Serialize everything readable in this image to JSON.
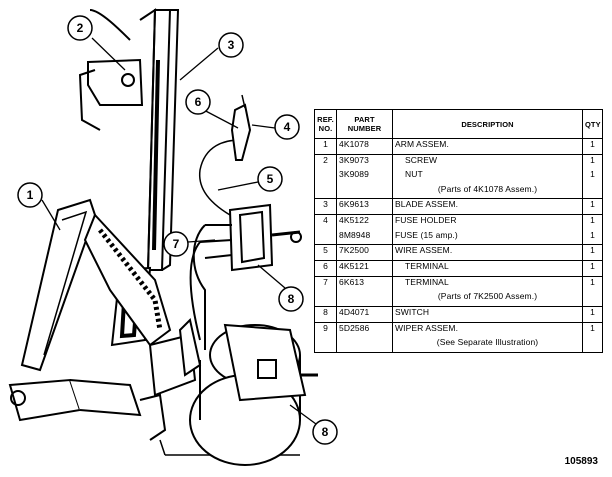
{
  "figure_code": "105893",
  "callouts": [
    {
      "ref": "1"
    },
    {
      "ref": "2"
    },
    {
      "ref": "3"
    },
    {
      "ref": "4"
    },
    {
      "ref": "5"
    },
    {
      "ref": "6"
    },
    {
      "ref": "7"
    },
    {
      "ref": "8"
    },
    {
      "ref": "8"
    }
  ],
  "table": {
    "headers": {
      "ref": "REF. NO.",
      "part": "PART NUMBER",
      "desc": "DESCRIPTION",
      "qty": "QTY"
    },
    "rows": [
      {
        "ref": "1",
        "part": "4K1078",
        "desc": "ARM ASSEM.",
        "qty": "1"
      },
      {
        "ref": "2",
        "part": "3K9073",
        "desc": "SCREW",
        "qty": "1"
      },
      {
        "ref": "",
        "part": "3K9089",
        "desc": "NUT",
        "qty": "1"
      },
      {
        "ref": "",
        "part": "",
        "desc": "(Parts of 4K1078 Assem.)",
        "qty": ""
      },
      {
        "ref": "3",
        "part": "6K9613",
        "desc": "BLADE ASSEM.",
        "qty": "1"
      },
      {
        "ref": "4",
        "part": "4K5122",
        "desc": "FUSE HOLDER",
        "qty": "1"
      },
      {
        "ref": "",
        "part": "8M8948",
        "desc": "FUSE (15 amp.)",
        "qty": "1"
      },
      {
        "ref": "5",
        "part": "7K2500",
        "desc": "WIRE ASSEM.",
        "qty": "1"
      },
      {
        "ref": "6",
        "part": "4K5121",
        "desc": "TERMINAL",
        "qty": "1"
      },
      {
        "ref": "7",
        "part": "6K613",
        "desc": "TERMINAL",
        "qty": "1"
      },
      {
        "ref": "",
        "part": "",
        "desc": "(Parts of 7K2500 Assem.)",
        "qty": ""
      },
      {
        "ref": "8",
        "part": "4D4071",
        "desc": "SWITCH",
        "qty": "1"
      },
      {
        "ref": "9",
        "part": "5D2586",
        "desc": "WIPER ASSEM.",
        "qty": "1"
      },
      {
        "ref": "",
        "part": "",
        "desc": "(See Separate Illustration)",
        "qty": ""
      }
    ]
  }
}
